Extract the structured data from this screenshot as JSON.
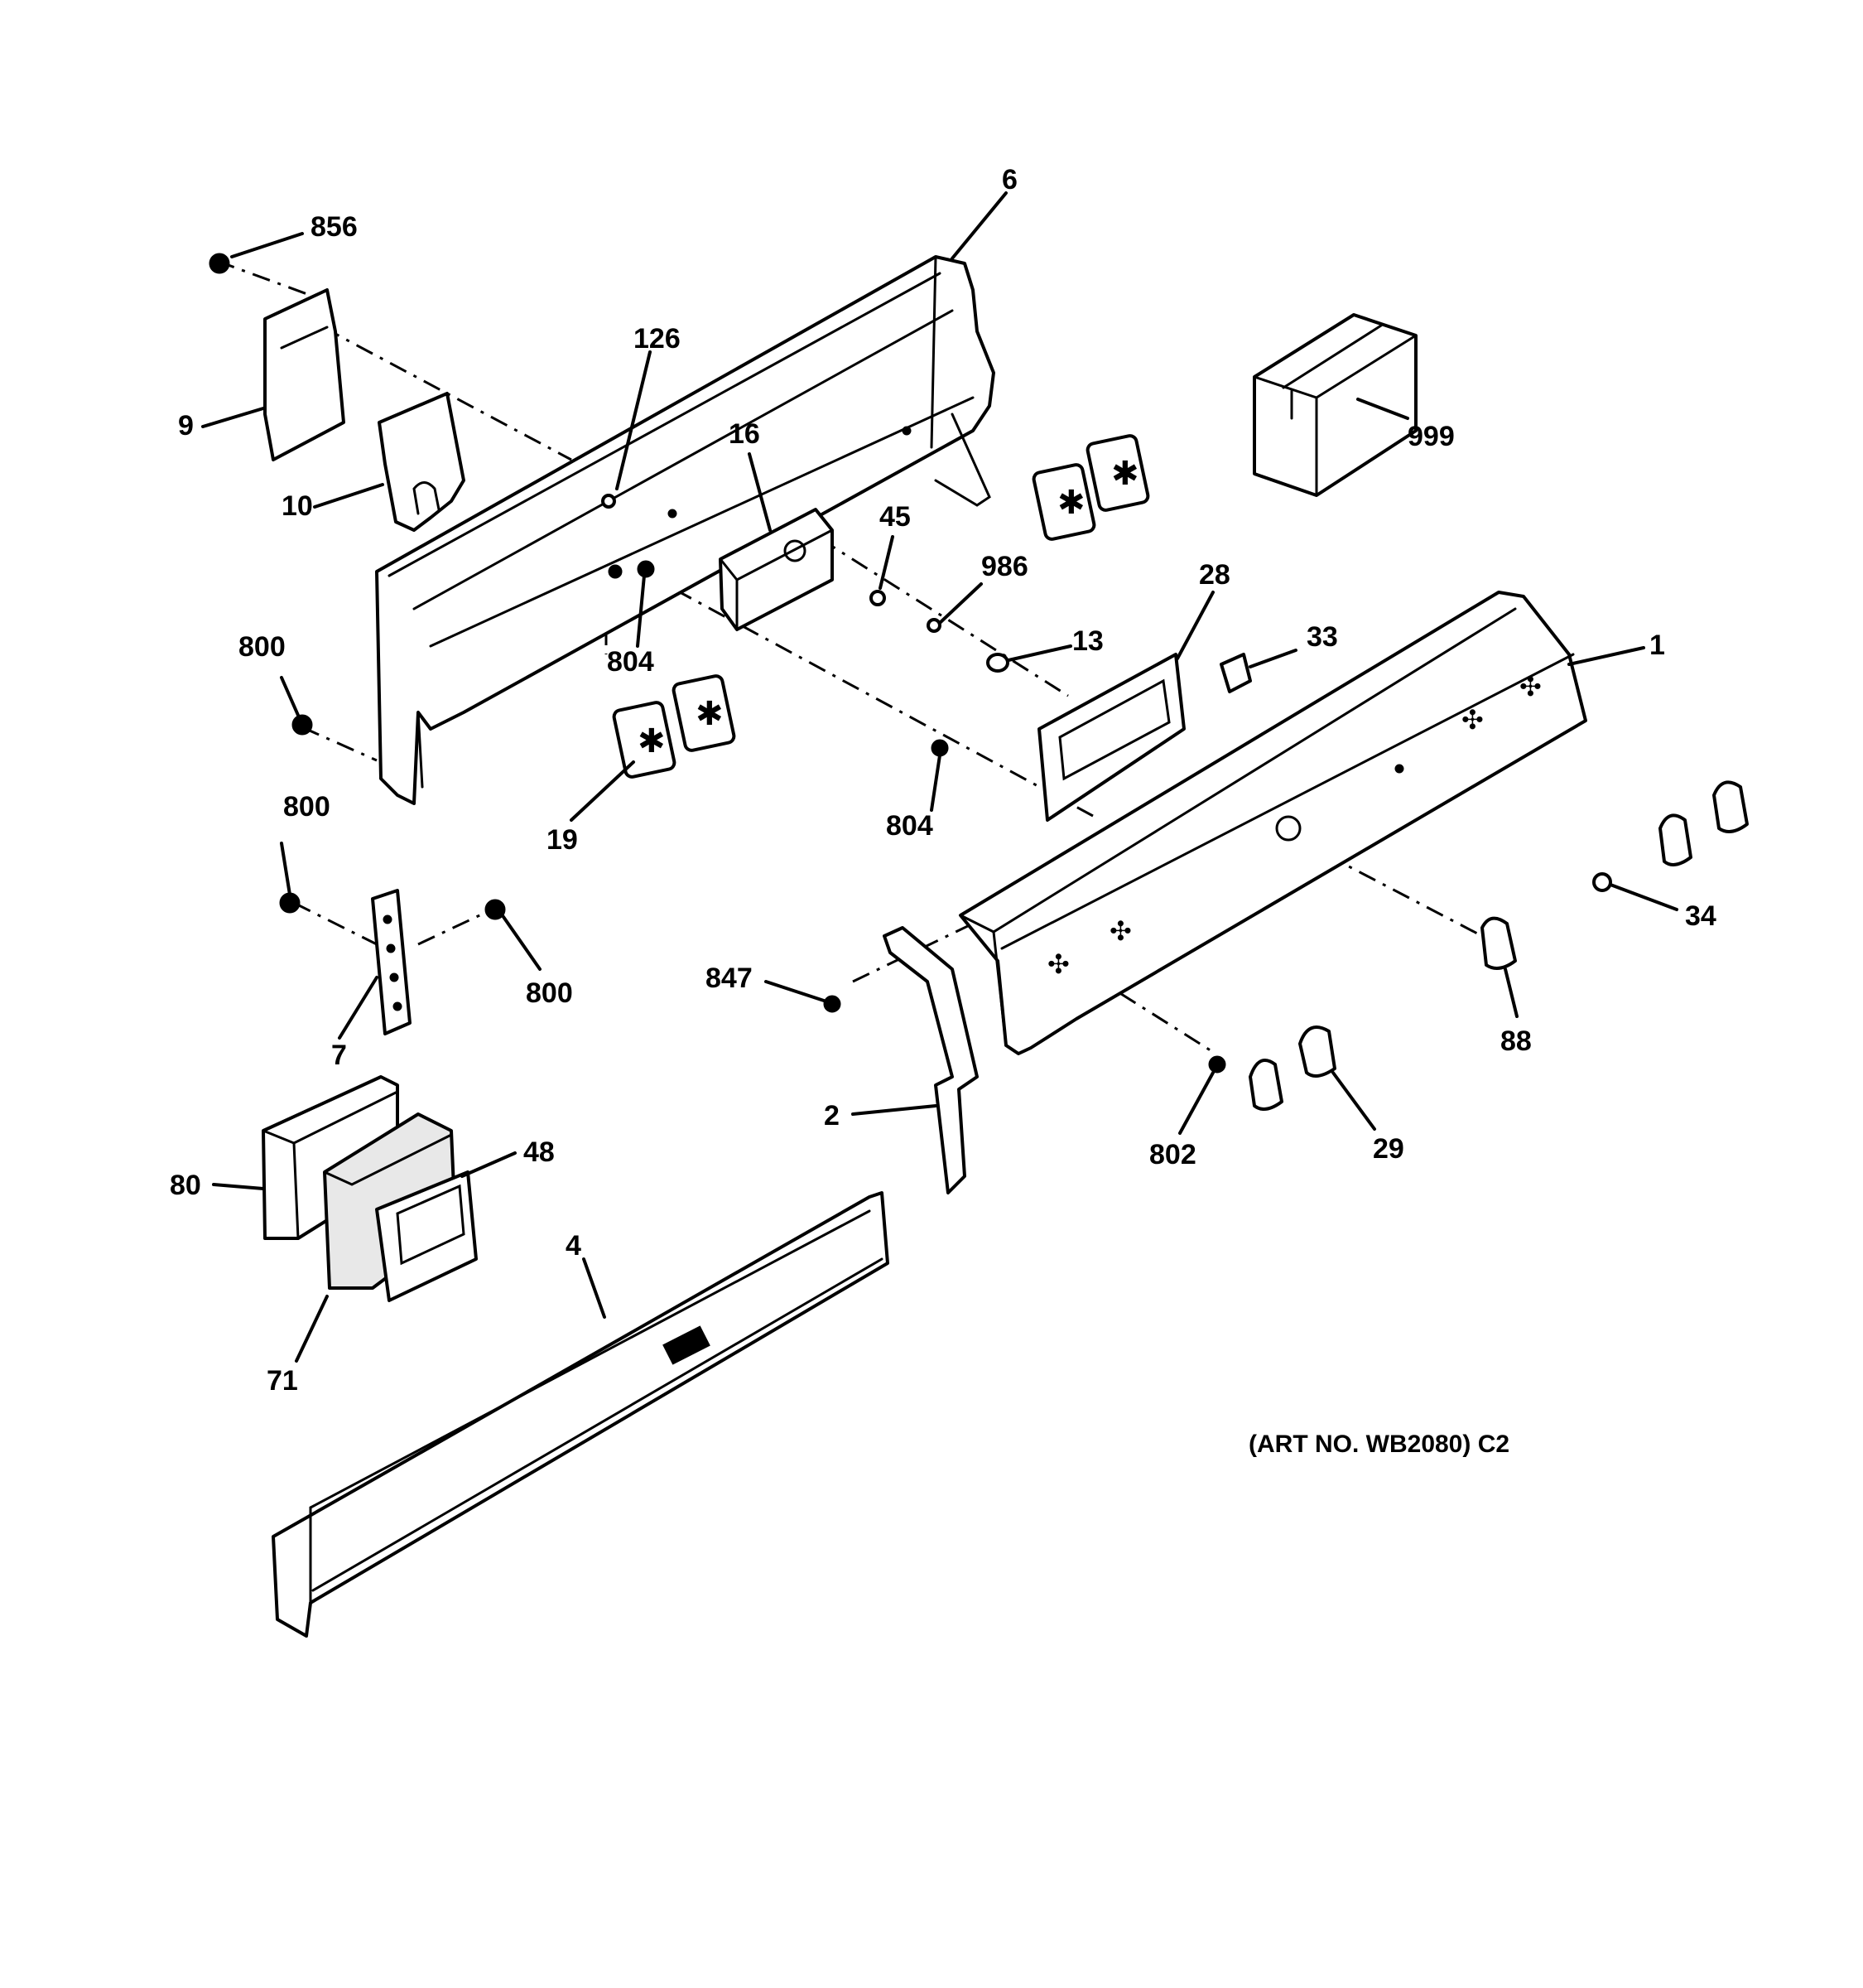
{
  "diagram": {
    "callouts": [
      {
        "id": "c856",
        "text": "856"
      },
      {
        "id": "c6",
        "text": "6"
      },
      {
        "id": "c126",
        "text": "126"
      },
      {
        "id": "c9",
        "text": "9"
      },
      {
        "id": "c10",
        "text": "10"
      },
      {
        "id": "c16",
        "text": "16"
      },
      {
        "id": "c45",
        "text": "45"
      },
      {
        "id": "c986",
        "text": "986"
      },
      {
        "id": "c999",
        "text": "999"
      },
      {
        "id": "c28",
        "text": "28"
      },
      {
        "id": "c33",
        "text": "33"
      },
      {
        "id": "c13",
        "text": "13"
      },
      {
        "id": "c1",
        "text": "1"
      },
      {
        "id": "c800a",
        "text": "800"
      },
      {
        "id": "c804a",
        "text": "804"
      },
      {
        "id": "c19",
        "text": "19"
      },
      {
        "id": "c804b",
        "text": "804"
      },
      {
        "id": "c800b",
        "text": "800"
      },
      {
        "id": "c800c",
        "text": "800"
      },
      {
        "id": "c7",
        "text": "7"
      },
      {
        "id": "c847",
        "text": "847"
      },
      {
        "id": "c34",
        "text": "34"
      },
      {
        "id": "c88",
        "text": "88"
      },
      {
        "id": "c2",
        "text": "2"
      },
      {
        "id": "c802",
        "text": "802"
      },
      {
        "id": "c29",
        "text": "29"
      },
      {
        "id": "c80",
        "text": "80"
      },
      {
        "id": "c48",
        "text": "48"
      },
      {
        "id": "c4",
        "text": "4"
      },
      {
        "id": "c71",
        "text": "71"
      }
    ],
    "art_number": "(ART NO. WB2080) C2"
  }
}
